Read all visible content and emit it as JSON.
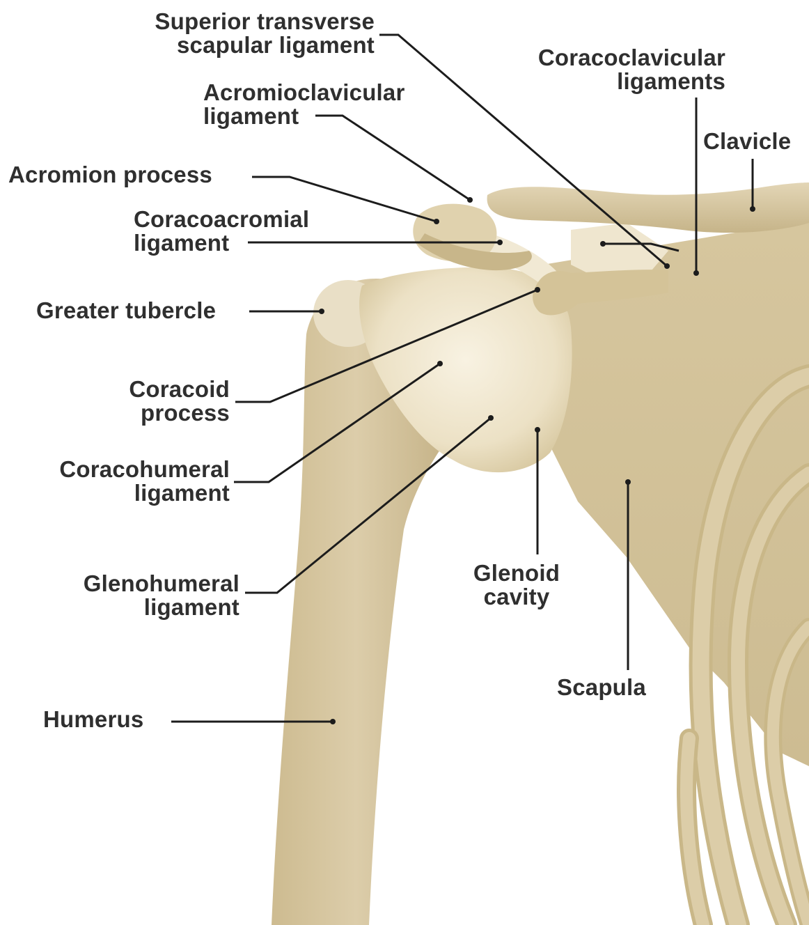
{
  "labels": {
    "superior_transverse": [
      "Superior transverse",
      "scapular ligament"
    ],
    "acromioclavicular": [
      "Acromioclavicular",
      "ligament"
    ],
    "acromion": [
      "Acromion process"
    ],
    "coracoacromial": [
      "Coracoacromial",
      "ligament"
    ],
    "greater_tubercle": [
      "Greater tubercle"
    ],
    "coracoid": [
      "Coracoid",
      "process"
    ],
    "coracohumeral": [
      "Coracohumeral",
      "ligament"
    ],
    "glenohumeral": [
      "Glenohumeral",
      "ligament"
    ],
    "humerus": [
      "Humerus"
    ],
    "coracoclavicular": [
      "Coracoclavicular",
      "ligaments"
    ],
    "clavicle": [
      "Clavicle"
    ],
    "glenoid": [
      "Glenoid",
      "cavity"
    ],
    "scapula": [
      "Scapula"
    ]
  },
  "colors": {
    "bone": "#d8c9a2",
    "bone_shadow": "#b8a67c",
    "ligament": "#efe6cf",
    "leader": "#1c1c1c",
    "text": "#2f2f2f"
  }
}
